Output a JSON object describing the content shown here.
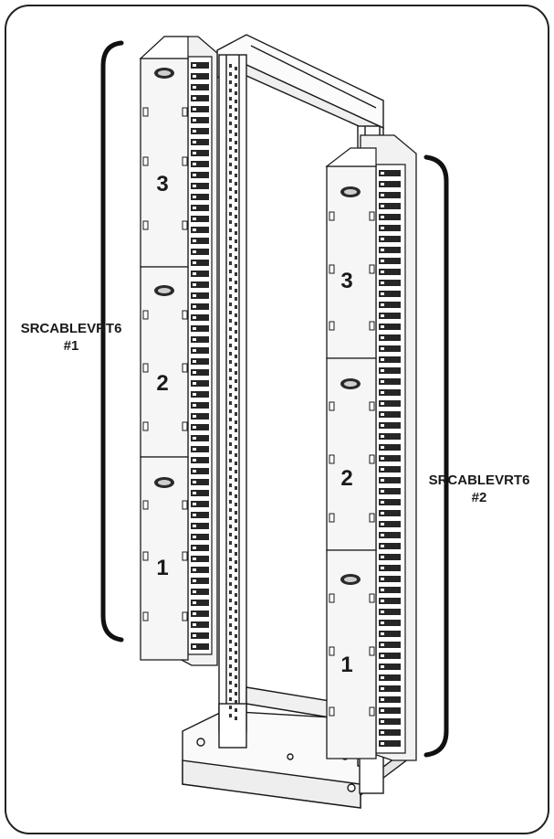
{
  "labels": {
    "manager_1": {
      "name": "SRCABLEVRT6",
      "number": "#1"
    },
    "manager_2": {
      "name": "SRCABLEVRT6",
      "number": "#2"
    }
  },
  "sections": {
    "left": [
      "3",
      "2",
      "1"
    ],
    "right": [
      "3",
      "2",
      "1"
    ]
  },
  "colors": {
    "frame_border": "#222222",
    "line": "#1a1a1a",
    "panel_fill": "#f4f4f4",
    "teeth": "#262626"
  },
  "icons": [
    "brand-badge-icon"
  ]
}
